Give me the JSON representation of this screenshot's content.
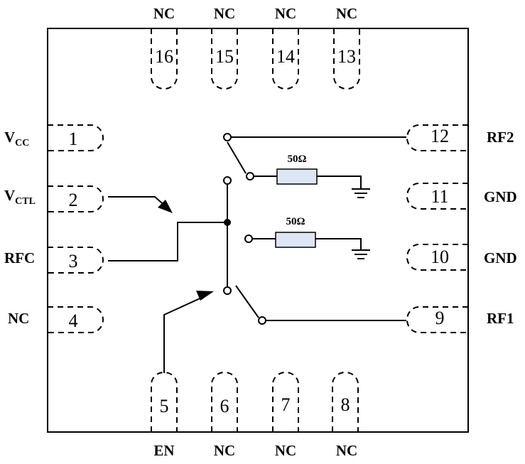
{
  "pins": {
    "p1": {
      "number": "1",
      "label_main": "V",
      "label_sub": "CC"
    },
    "p2": {
      "number": "2",
      "label_main": "V",
      "label_sub": "CTL"
    },
    "p3": {
      "number": "3",
      "label": "RFC"
    },
    "p4": {
      "number": "4",
      "label": "NC"
    },
    "p5": {
      "number": "5",
      "label": "EN"
    },
    "p6": {
      "number": "6",
      "label": "NC"
    },
    "p7": {
      "number": "7",
      "label": "NC"
    },
    "p8": {
      "number": "8",
      "label": "NC"
    },
    "p9": {
      "number": "9",
      "label": "RF1"
    },
    "p10": {
      "number": "10",
      "label": "GND"
    },
    "p11": {
      "number": "11",
      "label": "GND"
    },
    "p12": {
      "number": "12",
      "label": "RF2"
    },
    "p13": {
      "number": "13",
      "label": "NC"
    },
    "p14": {
      "number": "14",
      "label": "NC"
    },
    "p15": {
      "number": "15",
      "label": "NC"
    },
    "p16": {
      "number": "16",
      "label": "NC"
    }
  },
  "resistors": {
    "r_top": "50Ω",
    "r_bottom": "50Ω"
  }
}
